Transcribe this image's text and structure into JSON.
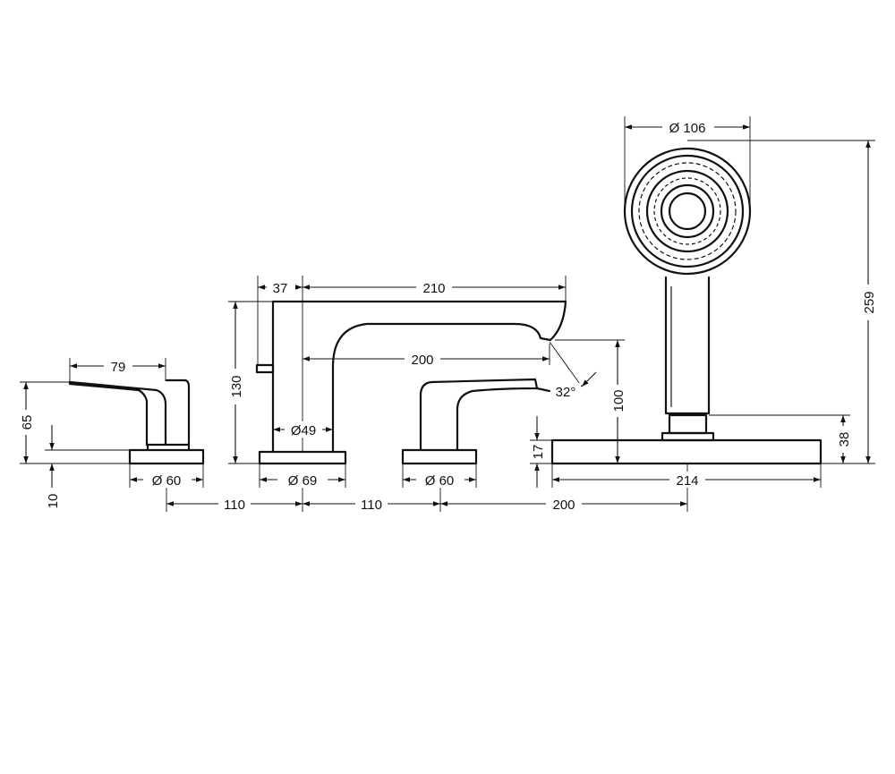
{
  "drawing": {
    "dimensions": {
      "lever_width": "79",
      "lever_height": "65",
      "rosette_height": "10",
      "left_rosette_diameter": "Ø 60",
      "spacing_left": "110",
      "spout_body_offset": "37",
      "spout_reach": "210",
      "spout_outlet_reach": "200",
      "spout_height": "130",
      "spout_body_diameter": "Ø49",
      "spout_rosette_diameter": "Ø 69",
      "spacing_right": "110",
      "right_rosette_diameter": "Ø 60",
      "outlet_angle": "32°",
      "outlet_height": "100",
      "holder_height_small": "17",
      "spacing_shower": "200",
      "holder_base_width": "214",
      "holder_height": "38",
      "shower_head_diameter": "Ø 106",
      "total_height": "259"
    }
  }
}
